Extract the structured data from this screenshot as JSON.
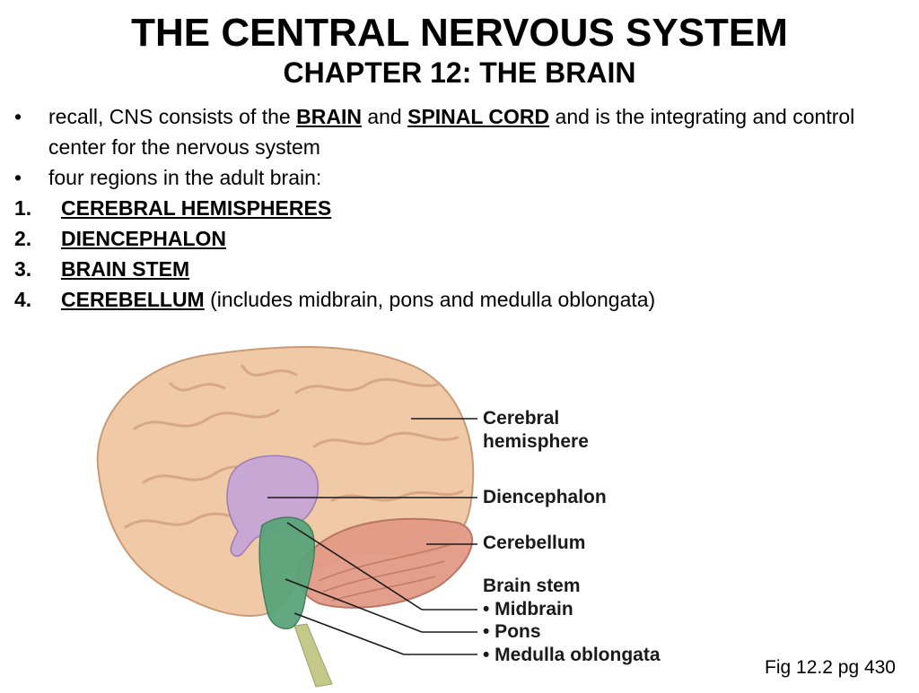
{
  "slide": {
    "title": "THE CENTRAL NERVOUS SYSTEM",
    "subtitle": "CHAPTER 12: THE BRAIN"
  },
  "bullets": [
    {
      "marker": "•",
      "pre": "recall, CNS consists of the ",
      "em1": "BRAIN",
      "mid": " and ",
      "em2": "SPINAL CORD",
      "post": " and is the integrating and control center for the nervous system"
    },
    {
      "marker": "•",
      "text": "four regions in the adult brain:"
    }
  ],
  "regions": [
    {
      "number": "1.",
      "name": "CEREBRAL HEMISPHERES",
      "note": ""
    },
    {
      "number": "2.",
      "name": "DIENCEPHALON",
      "note": ""
    },
    {
      "number": "3.",
      "name": "BRAIN STEM",
      "note": ""
    },
    {
      "number": "4.",
      "name": "CEREBELLUM",
      "note": " (includes midbrain, pons and medulla oblongata)"
    }
  ],
  "figure": {
    "labels": {
      "cerebral": "Cerebral",
      "hemisphere": "hemisphere",
      "diencephalon": "Diencephalon",
      "cerebellum": "Cerebellum",
      "brain_stem": "Brain stem",
      "midbrain": "• Midbrain",
      "pons": "• Pons",
      "medulla": "• Medulla oblongata"
    },
    "colors": {
      "cerebrum": "#f0c9a6",
      "diencephalon": "#c7a6d8",
      "cerebellum": "#e39a86",
      "brain_stem": "#5aa47a"
    }
  },
  "caption": "Fig 12.2 pg 430"
}
